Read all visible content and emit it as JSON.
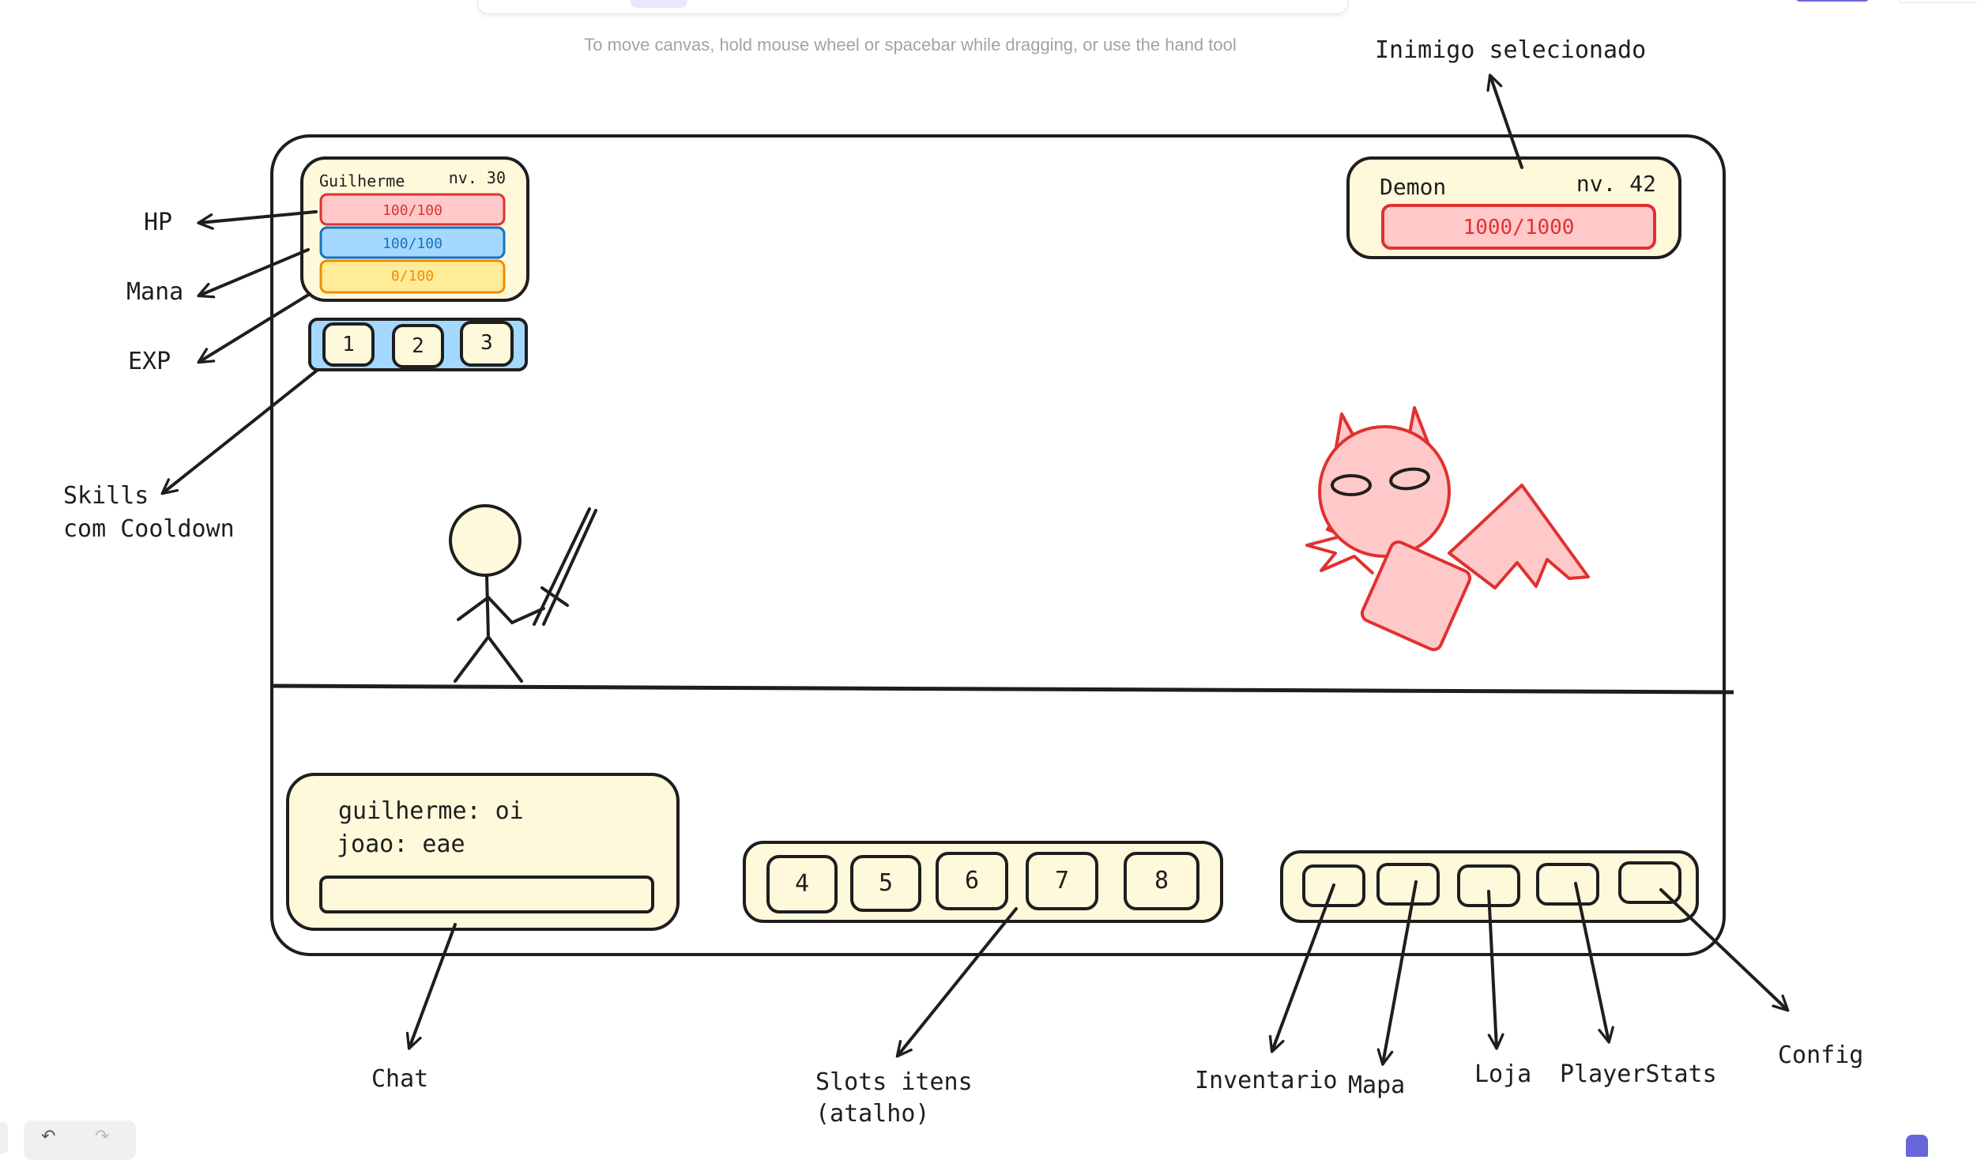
{
  "canvas_hint": "To move canvas, hold mouse wheel or spacebar while dragging, or use the hand tool",
  "player_panel": {
    "name": "Guilherme",
    "level": "nv. 30",
    "hp": "100/100",
    "mana": "100/100",
    "exp": "0/100"
  },
  "skills": [
    "1",
    "2",
    "3"
  ],
  "enemy_panel": {
    "name": "Demon",
    "level": "nv. 42",
    "hp": "1000/1000"
  },
  "chat": {
    "line1": "guilherme: oi",
    "line2": "joao: eae"
  },
  "item_slots": [
    "4",
    "5",
    "6",
    "7",
    "8"
  ],
  "annotations": {
    "hp": "HP",
    "mana": "Mana",
    "exp": "EXP",
    "skills_line1": "Skills",
    "skills_line2": "com Cooldown",
    "selected_enemy": "Inimigo selecionado",
    "chat": "Chat",
    "slots_line1": "Slots itens",
    "slots_line2": "(atalho)",
    "inventario": "Inventario",
    "mapa": "Mapa",
    "loja": "Loja",
    "playerstats": "PlayerStats",
    "config": "Config"
  },
  "colors": {
    "stroke": "#1e1e1e",
    "panel_fill": "#fff9db",
    "hp_fill": "#ffc9c9",
    "hp_stroke": "#e03131",
    "mana_fill": "#a5d8ff",
    "mana_stroke": "#1971c2",
    "exp_fill": "#ffec99",
    "exp_stroke": "#f08c00",
    "demon": "#e03131",
    "demon_fill": "#ffc9c9",
    "skillbar_fill": "#a5d8ff"
  }
}
